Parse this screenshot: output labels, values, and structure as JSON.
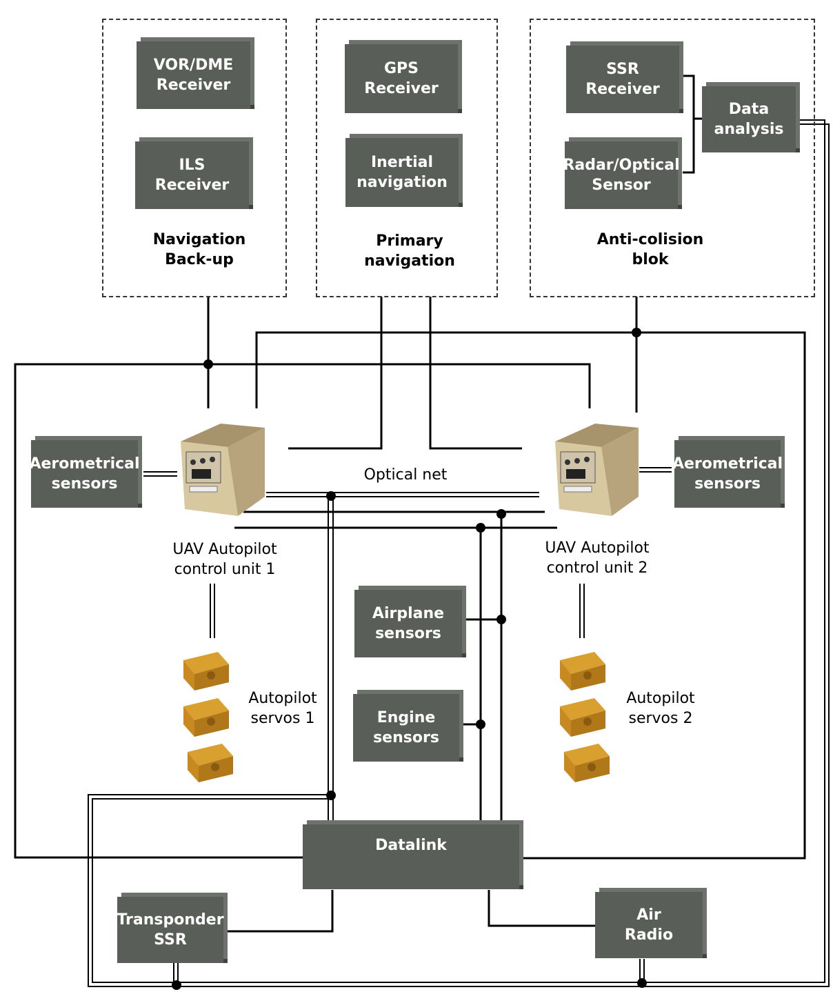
{
  "groups": {
    "backup": {
      "label": "Navigation\nBack-up"
    },
    "primary": {
      "label": "Primary\nnavigation"
    },
    "anticol": {
      "label": "Anti-colision\nblok"
    }
  },
  "blocks": {
    "vor_dme": "VOR/DME\nReceiver",
    "ils": "ILS\nReceiver",
    "gps": "GPS\nReceiver",
    "inertial": "Inertial\nnavigation",
    "ssr": "SSR\nReceiver",
    "radar": "Radar/Optical\nSensor",
    "data_analysis": "Data\nanalysis",
    "aero_left": "Aerometrical\nsensors",
    "aero_right": "Aerometrical\nsensors",
    "airplane": "Airplane\nsensors",
    "engine": "Engine\nsensors",
    "datalink": "Datalink",
    "transponder": "Transponder\nSSR",
    "air_radio": "Air\nRadio"
  },
  "labels": {
    "optical_net": "Optical net",
    "autopilot1": "UAV Autopilot\ncontrol unit 1",
    "autopilot2": "UAV Autopilot\ncontrol unit 2",
    "servos1": "Autopilot\nservos 1",
    "servos2": "Autopilot\nservos 2"
  },
  "colors": {
    "block": "#5a5e58",
    "line": "#000000",
    "unit": "#c8b48a",
    "servo": "#c8901a"
  }
}
